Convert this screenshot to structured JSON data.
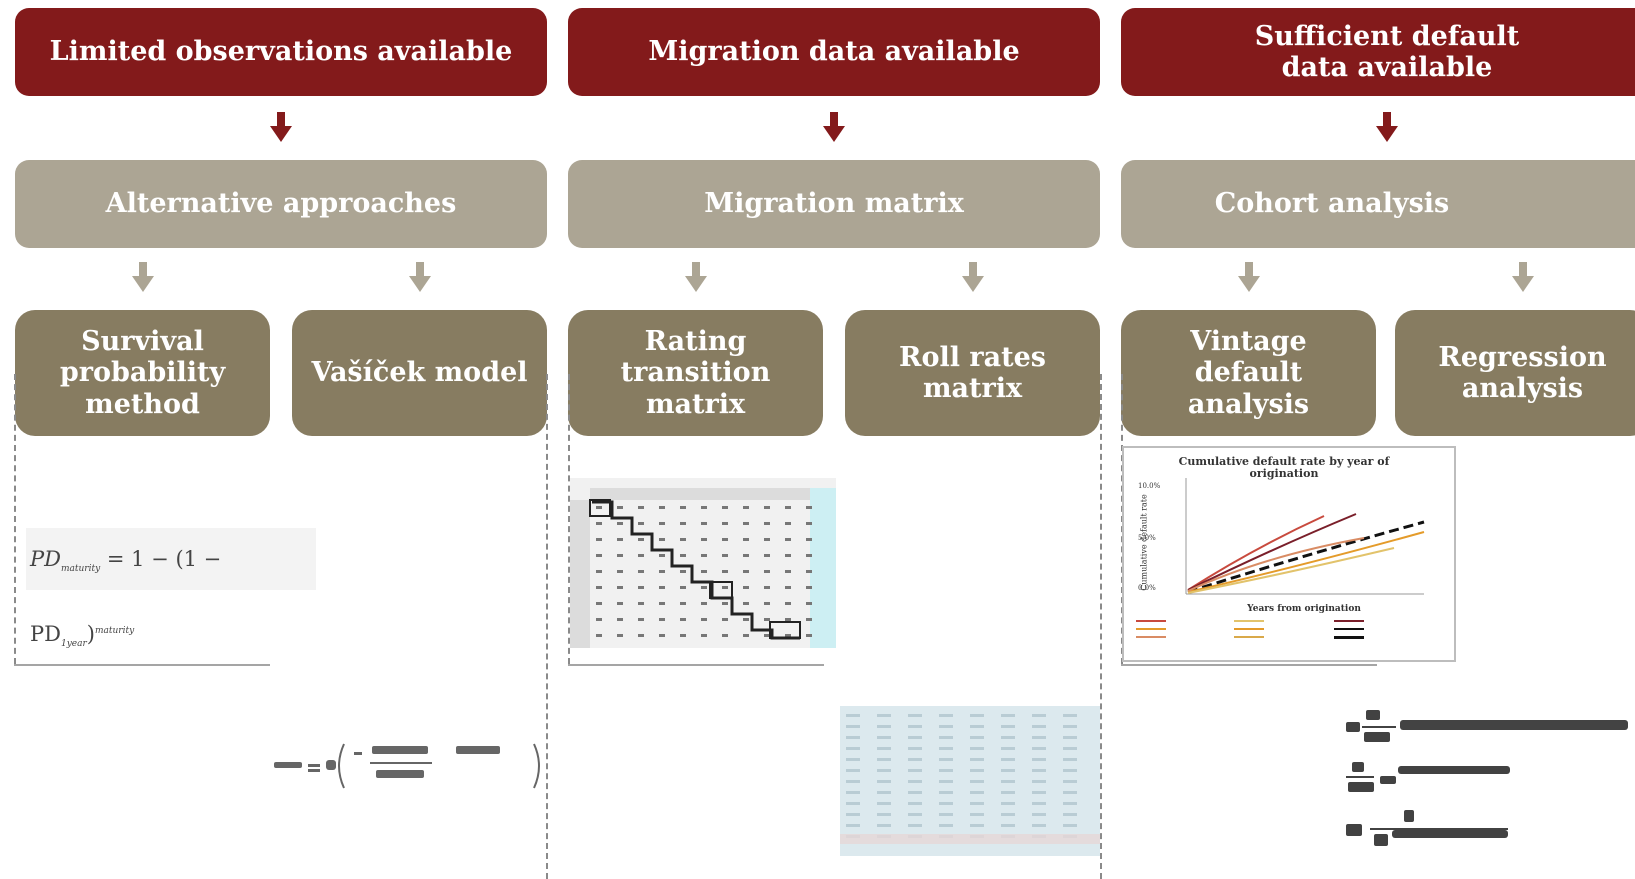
{
  "columns": [
    {
      "header": "Limited observations available",
      "method": "Alternative approaches",
      "techniques": [
        "Survival probability method",
        "Vašíček model"
      ]
    },
    {
      "header": "Migration data available",
      "method": "Migration matrix",
      "techniques": [
        "Rating transition matrix",
        "Roll rates matrix"
      ]
    },
    {
      "header": "Sufficient default data available",
      "method": "Cohort analysis",
      "techniques": [
        "Vintage default analysis",
        "Regression analysis"
      ]
    }
  ],
  "figures": {
    "survival_formula": "PD",
    "survival_formula_rest": "= 1 − (1 − PD",
    "survival_sub_maturity": "maturity",
    "survival_sub_year": "1year",
    "survival_sup": "maturity",
    "vintage_chart_title": "Cumulative default rate by year of origination",
    "vintage_chart_xlabel": "Years from origination",
    "vintage_chart_ylabel": "Cumulative default rate",
    "vintage_chart_yticks": [
      "10.0%",
      "5.0%",
      "0.0%"
    ]
  },
  "colors": {
    "header": "#831a1b",
    "method": "#aca594",
    "technique": "#877c61"
  }
}
